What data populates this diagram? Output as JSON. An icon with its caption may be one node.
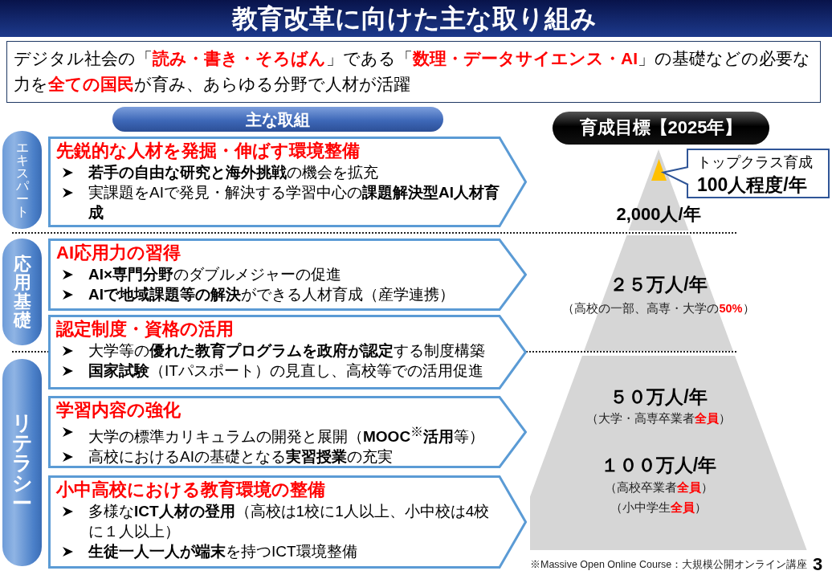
{
  "diagram": {
    "title": "教育改革に向けた主な取り組み",
    "nodes": [
      {
        "text": [
          "デジタル社会の「**読み・書き・そろばん**」である「**数理・データサイエンス・AI**」の基礎などの必要な力を**全ての国民**が育み、あらゆる分野で人材が活躍"
        ]
      },
      {
        "text": [
          "主な取組"
        ]
      },
      {
        "text": [
          "育成目標【2025年】"
        ]
      },
      {
        "text": [
          "エキスパート"
        ]
      },
      {
        "text": [
          "応用基礎"
        ]
      },
      {
        "text": [
          "リテラシー"
        ]
      },
      {
        "text": [
          "先鋭的な人材を発掘・伸ばす環境整備",
          "**若手の自由な研究と海外挑戦**の機会を拡充",
          "実課題をAIで発見・解決する学習中心の**課題解決型AI人材育成**"
        ]
      },
      {
        "text": [
          "AI応用力の習得",
          "**AI×専門分野**のダブルメジャーの促進",
          "**AIで地域課題等の解決**ができる人材育成（産学連携）"
        ]
      },
      {
        "text": [
          "認定制度・資格の活用",
          "大学等の**優れた教育プログラムを政府が認定**する制度構築",
          "**国家試験**（ITパスポート）の見直し、高校等での活用促進"
        ]
      },
      {
        "text": [
          "学習内容の強化",
          "大学の標準カリキュラムの開発と展開（**MOOC**$^{※}$**活用**等）",
          "高校におけるAIの基礎となる**実習授業**の充実"
        ]
      },
      {
        "text": [
          "小中高校における教育環境の整備",
          "多様な**ICT人材の登用**（高校は1校に1人以上、小中校は4校に１人以上）",
          "**生徒一人一人が端末**を持つICT環境整備"
        ]
      },
      {
        "text": [
          "2,000人/年"
        ]
      },
      {
        "text": [
          "２５万人/年",
          "（高校の一部、高専・大学の**50%**）"
        ]
      },
      {
        "text": [
          "５０万人/年",
          "（大学・高専卒業者**全員**）",
          "１００万人/年",
          "（高校卒業者**全員**）",
          "（小中学生**全員**）"
        ]
      },
      {
        "text": [],
        "shape": "triangle",
        "in": 11
      },
      {
        "text": [
          "トップクラス育成",
          "100人程度/年"
        ]
      }
    ],
    "edges": [
      {
        "from": 15,
        "to": 14,
        "arrow": "to"
      }
    ],
    "labels": [
      "※Massive Open Online Course：大規模公開オンライン講座",
      "3"
    ]
  }
}
